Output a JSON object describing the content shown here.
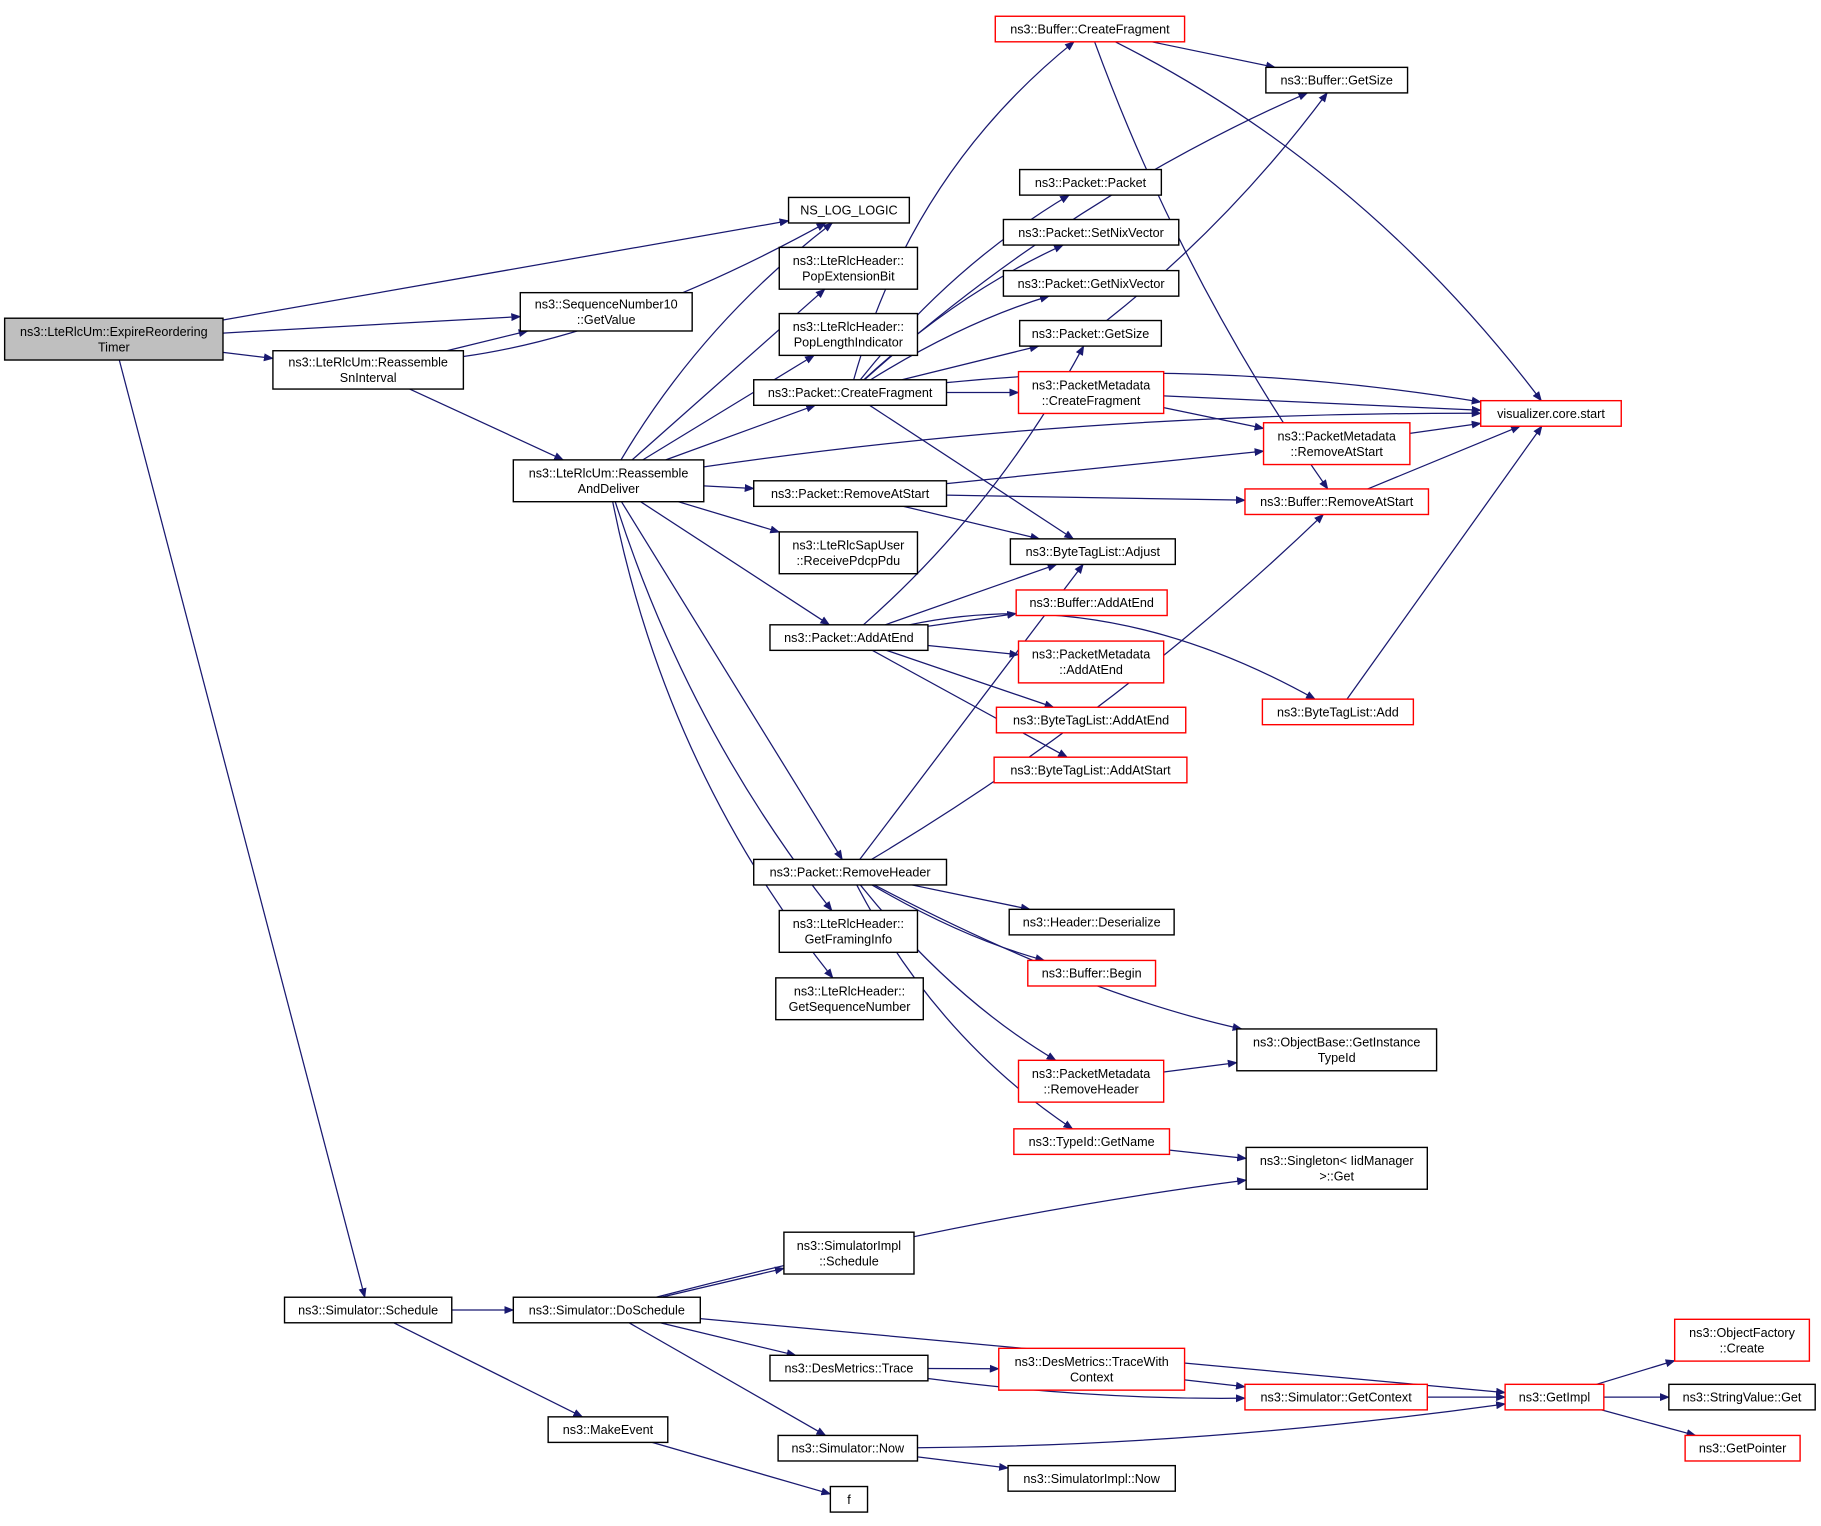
{
  "graph": {
    "colors": {
      "edge": "#191970",
      "node_border": "#000000",
      "incomplete_border": "#ff0000",
      "root_fill": "#bfbfbf"
    },
    "nodes": [
      {
        "id": "expire",
        "lines": [
          "ns3::LteRlcUm::ExpireReordering",
          "Timer"
        ],
        "style": "root"
      },
      {
        "id": "nslog",
        "lines": [
          "NS_LOG_LOGIC"
        ],
        "style": "plain"
      },
      {
        "id": "seqnum",
        "lines": [
          "ns3::SequenceNumber10",
          "::GetValue"
        ],
        "style": "plain"
      },
      {
        "id": "reassembleSn",
        "lines": [
          "ns3::LteRlcUm::Reassemble",
          "SnInterval"
        ],
        "style": "plain"
      },
      {
        "id": "reassembleDeliver",
        "lines": [
          "ns3::LteRlcUm::Reassemble",
          "AndDeliver"
        ],
        "style": "plain"
      },
      {
        "id": "popExt",
        "lines": [
          "ns3::LteRlcHeader::",
          "PopExtensionBit"
        ],
        "style": "plain"
      },
      {
        "id": "popLen",
        "lines": [
          "ns3::LteRlcHeader::",
          "PopLengthIndicator"
        ],
        "style": "plain"
      },
      {
        "id": "pktCreateFrag",
        "lines": [
          "ns3::Packet::CreateFragment"
        ],
        "style": "plain"
      },
      {
        "id": "pktRemoveAtStart",
        "lines": [
          "ns3::Packet::RemoveAtStart"
        ],
        "style": "plain"
      },
      {
        "id": "receivePdcp",
        "lines": [
          "ns3::LteRlcSapUser",
          "::ReceivePdcpPdu"
        ],
        "style": "plain"
      },
      {
        "id": "pktAddAtEnd",
        "lines": [
          "ns3::Packet::AddAtEnd"
        ],
        "style": "plain"
      },
      {
        "id": "pktRemoveHeader",
        "lines": [
          "ns3::Packet::RemoveHeader"
        ],
        "style": "plain"
      },
      {
        "id": "getFraming",
        "lines": [
          "ns3::LteRlcHeader::",
          "GetFramingInfo"
        ],
        "style": "plain"
      },
      {
        "id": "getSeqNum",
        "lines": [
          "ns3::LteRlcHeader::",
          "GetSequenceNumber"
        ],
        "style": "plain"
      },
      {
        "id": "bufCreateFrag",
        "lines": [
          "ns3::Buffer::CreateFragment"
        ],
        "style": "incomplete"
      },
      {
        "id": "bufGetSize",
        "lines": [
          "ns3::Buffer::GetSize"
        ],
        "style": "plain"
      },
      {
        "id": "pktPacket",
        "lines": [
          "ns3::Packet::Packet"
        ],
        "style": "plain"
      },
      {
        "id": "pktSetNix",
        "lines": [
          "ns3::Packet::SetNixVector"
        ],
        "style": "plain"
      },
      {
        "id": "pktGetNix",
        "lines": [
          "ns3::Packet::GetNixVector"
        ],
        "style": "plain"
      },
      {
        "id": "pktGetSize",
        "lines": [
          "ns3::Packet::GetSize"
        ],
        "style": "plain"
      },
      {
        "id": "pmCreateFrag",
        "lines": [
          "ns3::PacketMetadata",
          "::CreateFragment"
        ],
        "style": "incomplete"
      },
      {
        "id": "visStart",
        "lines": [
          "visualizer.core.start"
        ],
        "style": "incomplete"
      },
      {
        "id": "pmRemoveAtStart",
        "lines": [
          "ns3::PacketMetadata",
          "::RemoveAtStart"
        ],
        "style": "incomplete"
      },
      {
        "id": "bufRemoveAtStart",
        "lines": [
          "ns3::Buffer::RemoveAtStart"
        ],
        "style": "incomplete"
      },
      {
        "id": "btlAdjust",
        "lines": [
          "ns3::ByteTagList::Adjust"
        ],
        "style": "plain"
      },
      {
        "id": "bufAddAtEnd",
        "lines": [
          "ns3::Buffer::AddAtEnd"
        ],
        "style": "incomplete"
      },
      {
        "id": "pmAddAtEnd",
        "lines": [
          "ns3::PacketMetadata",
          "::AddAtEnd"
        ],
        "style": "incomplete"
      },
      {
        "id": "btlAddAtEnd",
        "lines": [
          "ns3::ByteTagList::AddAtEnd"
        ],
        "style": "incomplete"
      },
      {
        "id": "btlAddAtStart",
        "lines": [
          "ns3::ByteTagList::AddAtStart"
        ],
        "style": "incomplete"
      },
      {
        "id": "btlAdd",
        "lines": [
          "ns3::ByteTagList::Add"
        ],
        "style": "incomplete"
      },
      {
        "id": "hdrDeser",
        "lines": [
          "ns3::Header::Deserialize"
        ],
        "style": "plain"
      },
      {
        "id": "bufBegin",
        "lines": [
          "ns3::Buffer::Begin"
        ],
        "style": "incomplete"
      },
      {
        "id": "objBaseGetTid",
        "lines": [
          "ns3::ObjectBase::GetInstance",
          "TypeId"
        ],
        "style": "plain"
      },
      {
        "id": "pmRemoveHeader",
        "lines": [
          "ns3::PacketMetadata",
          "::RemoveHeader"
        ],
        "style": "incomplete"
      },
      {
        "id": "typeIdGetName",
        "lines": [
          "ns3::TypeId::GetName"
        ],
        "style": "incomplete"
      },
      {
        "id": "singletonGet",
        "lines": [
          "ns3::Singleton< IidManager",
          ">::Get"
        ],
        "style": "plain"
      },
      {
        "id": "simSchedule",
        "lines": [
          "ns3::Simulator::Schedule"
        ],
        "style": "plain"
      },
      {
        "id": "simDoSchedule",
        "lines": [
          "ns3::Simulator::DoSchedule"
        ],
        "style": "plain"
      },
      {
        "id": "simImplSchedule",
        "lines": [
          "ns3::SimulatorImpl",
          "::Schedule"
        ],
        "style": "plain"
      },
      {
        "id": "desTrace",
        "lines": [
          "ns3::DesMetrics::Trace"
        ],
        "style": "plain"
      },
      {
        "id": "desTraceCtx",
        "lines": [
          "ns3::DesMetrics::TraceWith",
          "Context"
        ],
        "style": "incomplete"
      },
      {
        "id": "simGetCtx",
        "lines": [
          "ns3::Simulator::GetContext"
        ],
        "style": "incomplete"
      },
      {
        "id": "getImpl",
        "lines": [
          "ns3::GetImpl"
        ],
        "style": "incomplete"
      },
      {
        "id": "objFactCreate",
        "lines": [
          "ns3::ObjectFactory",
          "::Create"
        ],
        "style": "incomplete"
      },
      {
        "id": "strValGet",
        "lines": [
          "ns3::StringValue::Get"
        ],
        "style": "plain"
      },
      {
        "id": "getPointer",
        "lines": [
          "ns3::GetPointer"
        ],
        "style": "incomplete"
      },
      {
        "id": "makeEvent",
        "lines": [
          "ns3::MakeEvent"
        ],
        "style": "plain"
      },
      {
        "id": "simNow",
        "lines": [
          "ns3::Simulator::Now"
        ],
        "style": "plain"
      },
      {
        "id": "simImplNow",
        "lines": [
          "ns3::SimulatorImpl::Now"
        ],
        "style": "plain"
      },
      {
        "id": "f",
        "lines": [
          "f"
        ],
        "style": "plain"
      }
    ]
  }
}
